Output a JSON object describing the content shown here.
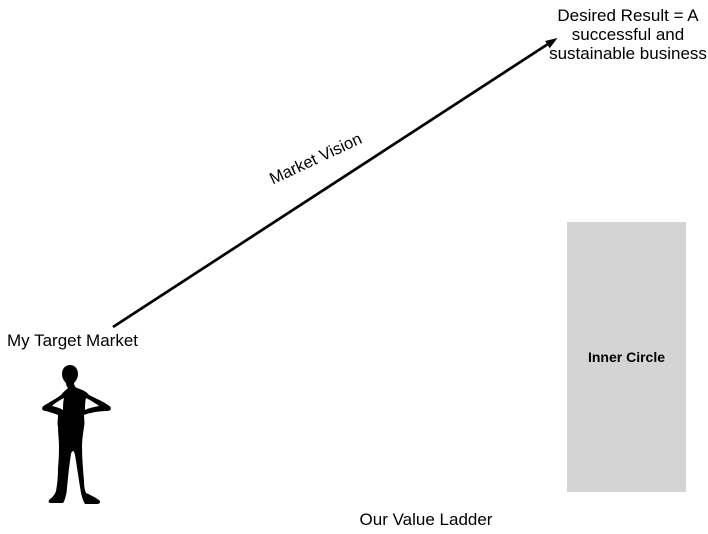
{
  "diagram": {
    "desired_result_label": "Desired Result = A\nsuccessful and\nsustainable business",
    "market_vision_label": "Market Vision",
    "my_target_market_label": "My Target Market",
    "inner_circle_label": "Inner Circle",
    "our_value_ladder_title": "Our Value Ladder",
    "icons": {
      "arrow": "market-vision-arrow",
      "silhouette": "woman-silhouette"
    },
    "colors": {
      "background": "#ffffff",
      "ink": "#000000",
      "inner_circle_fill": "#d4d4d4"
    }
  }
}
